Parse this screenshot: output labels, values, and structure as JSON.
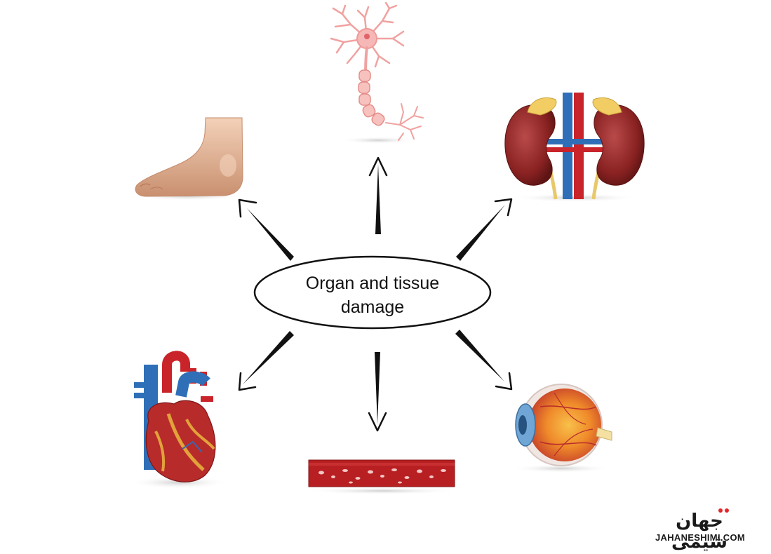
{
  "center": {
    "line1": "Organ and tissue",
    "line2": "damage"
  },
  "logo": {
    "persian": "جهان شیمی",
    "latin": "JAHANESHIMI.COM",
    "accent_color": "#e3262b"
  },
  "organs": [
    "foot-icon",
    "neuron-icon",
    "kidney-icon",
    "heart-icon",
    "blood-vessel-icon",
    "eye-icon"
  ],
  "colors": {
    "arrow": "#111111",
    "skin": "#e7bc9a",
    "neuron": "#f3a6a4",
    "kidney": "#8e2424",
    "artery": "#c9242a",
    "vein": "#2f6fb8",
    "vessel": "#b81f22"
  }
}
